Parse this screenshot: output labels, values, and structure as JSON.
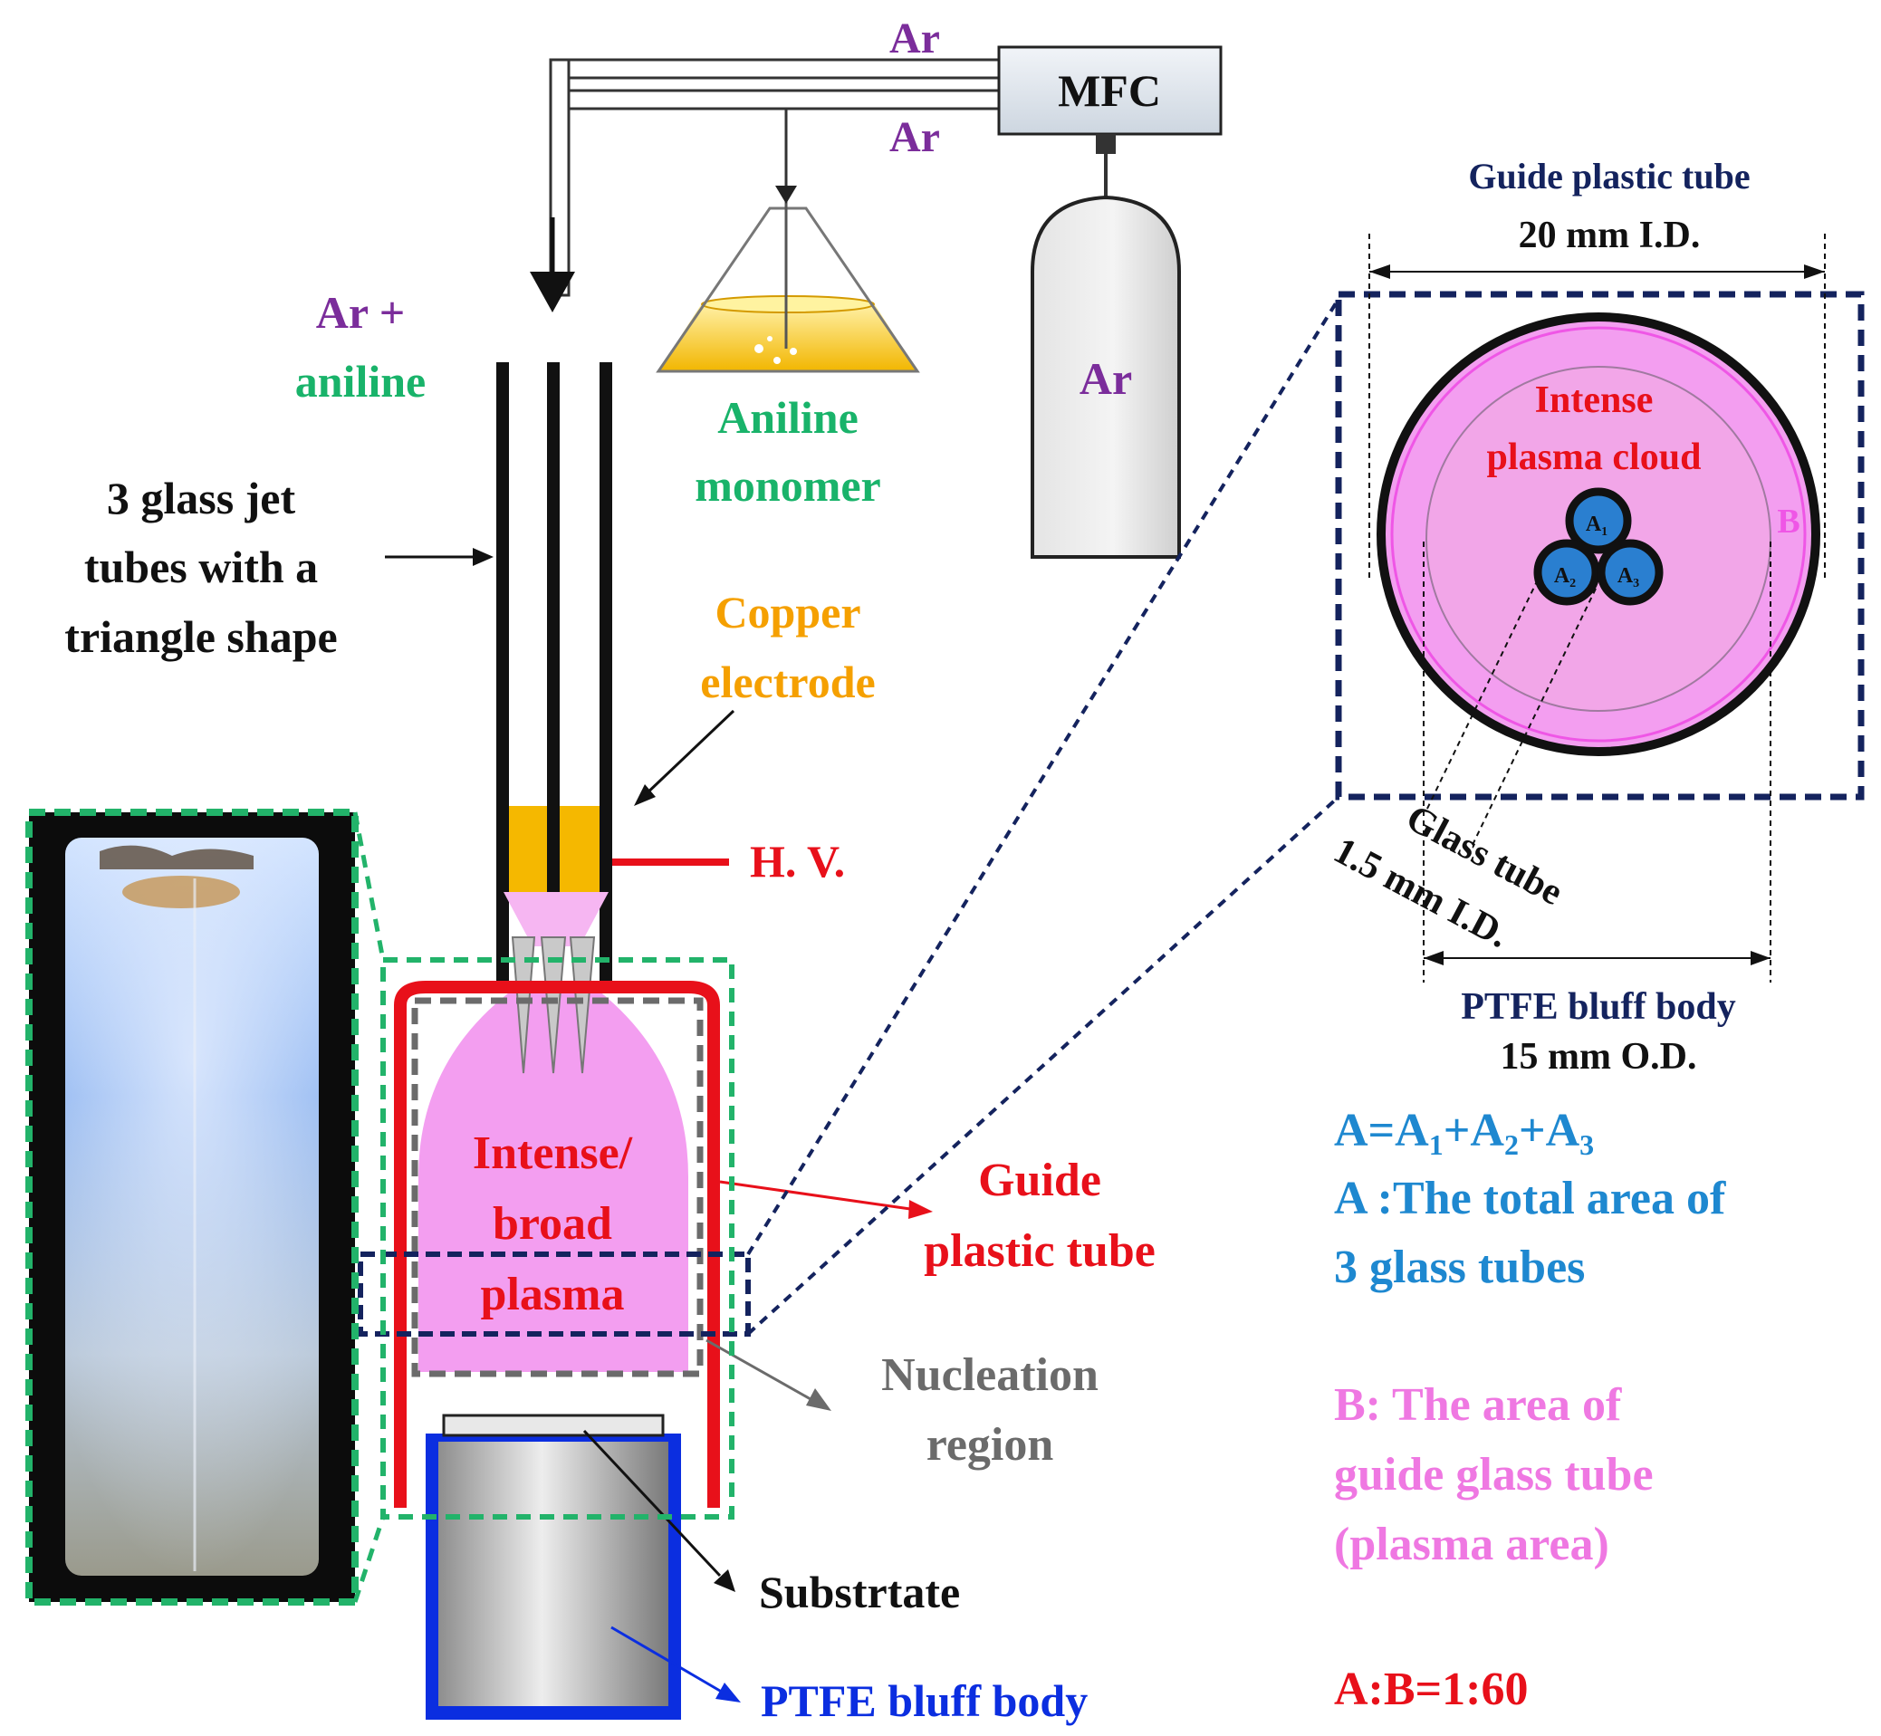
{
  "colors": {
    "argon": "#7b2d9b",
    "aniline": "#19b36a",
    "copper": "#f5a000",
    "hv": "#e8101a",
    "guide": "#e8101a",
    "nucleation": "#6b6b6b",
    "substrate": "#111111",
    "ptfe": "#0b2ee0",
    "plasma_pink": "#f39ef0",
    "navy": "#14235e",
    "legend_a": "#1e88d0",
    "legend_b": "#ef78e2",
    "ratio": "#e8101a",
    "green_dash": "#22b36a"
  },
  "labels": {
    "mfc": "MFC",
    "ar_top": "Ar",
    "ar_mid": "Ar",
    "ar_cylinder": "Ar",
    "ar_plus_prefix": "Ar +",
    "ar_plus_aniline": "aniline",
    "aniline_monomer_1": "Aniline",
    "aniline_monomer_2": "monomer",
    "glass_jet_1": "3 glass jet",
    "glass_jet_2": "tubes with a",
    "glass_jet_3": "triangle shape",
    "copper_1": "Copper",
    "copper_2": "electrode",
    "hv": "H. V.",
    "plasma_1": "Intense/",
    "plasma_2": "broad",
    "plasma_3": "plasma",
    "guide_1": "Guide",
    "guide_2": "plastic tube",
    "nucleation_1": "Nucleation",
    "nucleation_2": "region",
    "substrate": "Substrtate",
    "ptfe": "PTFE bluff body"
  },
  "inset": {
    "guide_title": "Guide plastic tube",
    "guide_dim": "20 mm I.D.",
    "cloud_1": "Intense",
    "cloud_2": "plasma  cloud",
    "b_label": "B",
    "a1": "A",
    "a1_sub": "1",
    "a2": "A",
    "a2_sub": "2",
    "a3": "A",
    "a3_sub": "3",
    "glass_tube_1": "Glass tube",
    "glass_tube_2": "1.5 mm I.D.",
    "ptfe_title": "PTFE bluff body",
    "ptfe_dim": "15 mm O.D."
  },
  "legend": {
    "formula": {
      "lhs": "A=A",
      "s1": "1",
      "plus1": "+A",
      "s2": "2",
      "plus2": "+A",
      "s3": "3"
    },
    "a_line1": "A :The total area of",
    "a_line2": "3 glass tubes",
    "b_line1": "B: The area of",
    "b_line2": "guide glass tube",
    "b_line3": "(plasma area)",
    "ratio": "A:B=1:60"
  }
}
